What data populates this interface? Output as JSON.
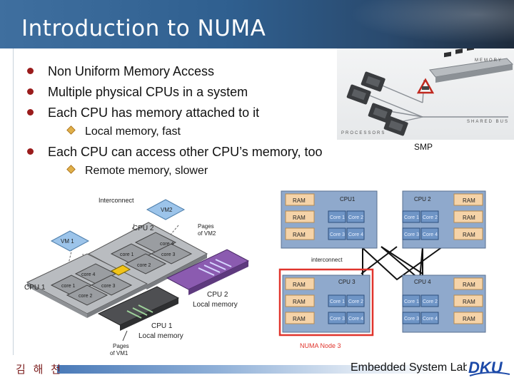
{
  "title": "Introduction to NUMA",
  "bullets": [
    {
      "text": "Non Uniform Memory Access"
    },
    {
      "text": "Multiple physical CPUs in a system"
    },
    {
      "text": "Each CPU has memory attached to it"
    },
    {
      "sub": "Local memory, fast"
    },
    {
      "text": "Each CPU can access other CPU’s memory, too"
    },
    {
      "sub": "Remote memory, slower"
    }
  ],
  "smp": {
    "label": "SMP",
    "memory": "MEMORY",
    "processors": "PROCESSORS",
    "shared_bus": "SHARED BUS"
  },
  "vm_diagram": {
    "interconnect": "Interconnect",
    "vm2": "VM2",
    "vm1": "VM 1",
    "cpu2": "CPU 2",
    "cpu1": "CPU 1",
    "pages_vm2_line1": "Pages",
    "pages_vm2_line2": "of VM2",
    "pages_vm1_line1": "Pages",
    "pages_vm1_line2": "of VM1",
    "cpu2_local_line1": "CPU 2",
    "cpu2_local_line2": "Local memory",
    "cpu1_local_line1": "CPU 1",
    "cpu1_local_line2": "Local memory",
    "core1": "core 1",
    "core2": "core 2",
    "core3": "core 3",
    "core4": "core 4"
  },
  "numa_diagram": {
    "ram": "RAM",
    "cpu1": "CPU1",
    "cpu2": "CPU 2",
    "cpu3": "CPU 3",
    "cpu4": "CPU 4",
    "core1": "Core 1",
    "core2": "Core 2",
    "core3": "Core 3",
    "core4": "Core 4",
    "interconnect": "interconnect",
    "node_label": "NUMA Node 3"
  },
  "footer": {
    "name": "김 해 천",
    "lab": "Embedded System Lab.",
    "logo": "DKU"
  },
  "colors": {
    "title_bar": "#2f5f8f",
    "bullet": "#9a1c1c",
    "numa_box": "#8fa9cc",
    "ram_box": "#f5d3a8",
    "core_box": "#6f95c6",
    "highlight": "#e0342c"
  }
}
